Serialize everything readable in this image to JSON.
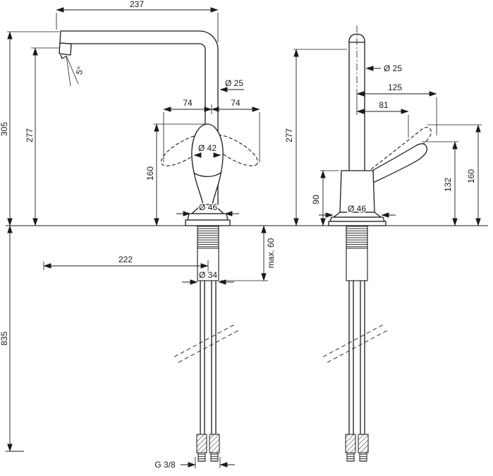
{
  "page": {
    "background": "#ffffff",
    "line_color": "#1a1a1a"
  },
  "front_view": {
    "dim_spout_width": "237",
    "dim_height_total": "305",
    "dim_height_outlet": "277",
    "angle_outlet": "5°",
    "dia_spout": "Ø 25",
    "dim_handle_left": "74",
    "dim_handle_right": "74",
    "dia_handle": "Ø 42",
    "dim_handle_height": "160",
    "dia_base": "Ø 46",
    "dim_reach": "222",
    "dia_shank": "Ø 34",
    "dim_mount_depth": "max. 60",
    "dim_hose_length": "835",
    "thread_label": "G 3/8"
  },
  "side_view": {
    "dia_spout": "Ø 25",
    "dim_handle_reach": "125",
    "dim_body_reach": "81",
    "dim_height_outlet": "277",
    "dim_body_height": "90",
    "dia_base": "Ø 46",
    "dim_handle_tip_height": "132",
    "dim_handle_max_height": "160"
  }
}
